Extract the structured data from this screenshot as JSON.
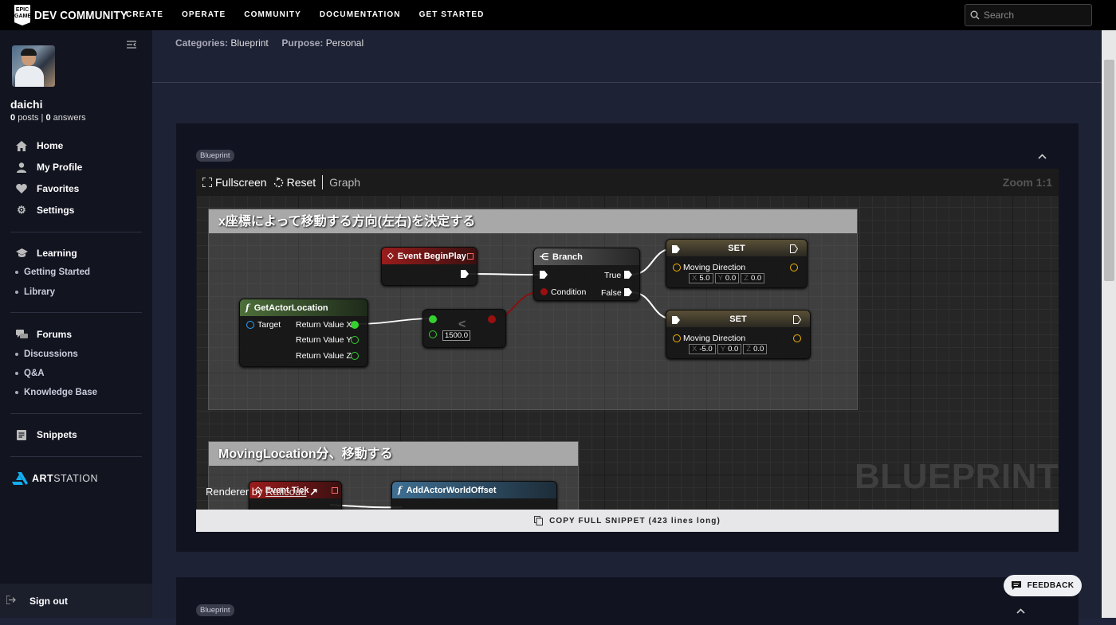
{
  "header": {
    "brand_small": "EPIC GAMES",
    "brand": "DEV COMMUNITY",
    "nav": [
      "CREATE",
      "OPERATE",
      "COMMUNITY",
      "DOCUMENTATION",
      "GET STARTED"
    ],
    "search_placeholder": "Search"
  },
  "profile": {
    "name": "daichi",
    "posts": "0",
    "posts_label": "posts",
    "answers": "0",
    "answers_label": "answers"
  },
  "sidebar": {
    "items": [
      "Home",
      "My Profile",
      "Favorites",
      "Settings"
    ],
    "learning": {
      "label": "Learning",
      "subs": [
        "Getting Started",
        "Library"
      ]
    },
    "forums": {
      "label": "Forums",
      "subs": [
        "Discussions",
        "Q&A",
        "Knowledge Base"
      ]
    },
    "snippets": "Snippets",
    "artstation_bold": "ART",
    "artstation_rest": "STATION",
    "signout": "Sign out"
  },
  "meta": {
    "categories_label": "Categories:",
    "categories_value": "Blueprint",
    "purpose_label": "Purpose:",
    "purpose_value": "Personal"
  },
  "snippet": {
    "badge": "Blueprint",
    "toolbar": {
      "fullscreen": "Fullscreen",
      "reset": "Reset",
      "graph": "Graph",
      "zoom": "Zoom 1:1"
    },
    "comment1": "x座標によって移動する方向(左右)を決定する",
    "comment2": "MovingLocation分、移動する",
    "watermark": "BLUEPRINT",
    "renderer_prefix": "Renderer by",
    "renderer_link": "Raficoud",
    "nodes": {
      "begin_play": "Event BeginPlay",
      "branch": "Branch",
      "branch_true": "True",
      "branch_false": "False",
      "branch_condition": "Condition",
      "get_actor_location": "GetActorLocation",
      "target": "Target",
      "rvx": "Return Value X",
      "rvy": "Return Value Y",
      "rvz": "Return Value Z",
      "less_symbol": "<",
      "less_value": "1500.0",
      "set1_title": "SET",
      "set1_label": "Moving Direction",
      "set1_x": "5.0",
      "set1_y": "0.0",
      "set1_z": "0.0",
      "set2_title": "SET",
      "set2_label": "Moving Direction",
      "set2_x": "-5.0",
      "set2_y": "0.0",
      "set2_z": "0.0",
      "axis_x": "X",
      "axis_y": "Y",
      "axis_z": "Z",
      "event_tick": "Event Tick",
      "add_offset": "AddActorWorldOffset"
    },
    "copy_label": "COPY FULL SNIPPET (423 lines long)"
  },
  "snippet2": {
    "badge": "Blueprint"
  },
  "feedback": "FEEDBACK"
}
